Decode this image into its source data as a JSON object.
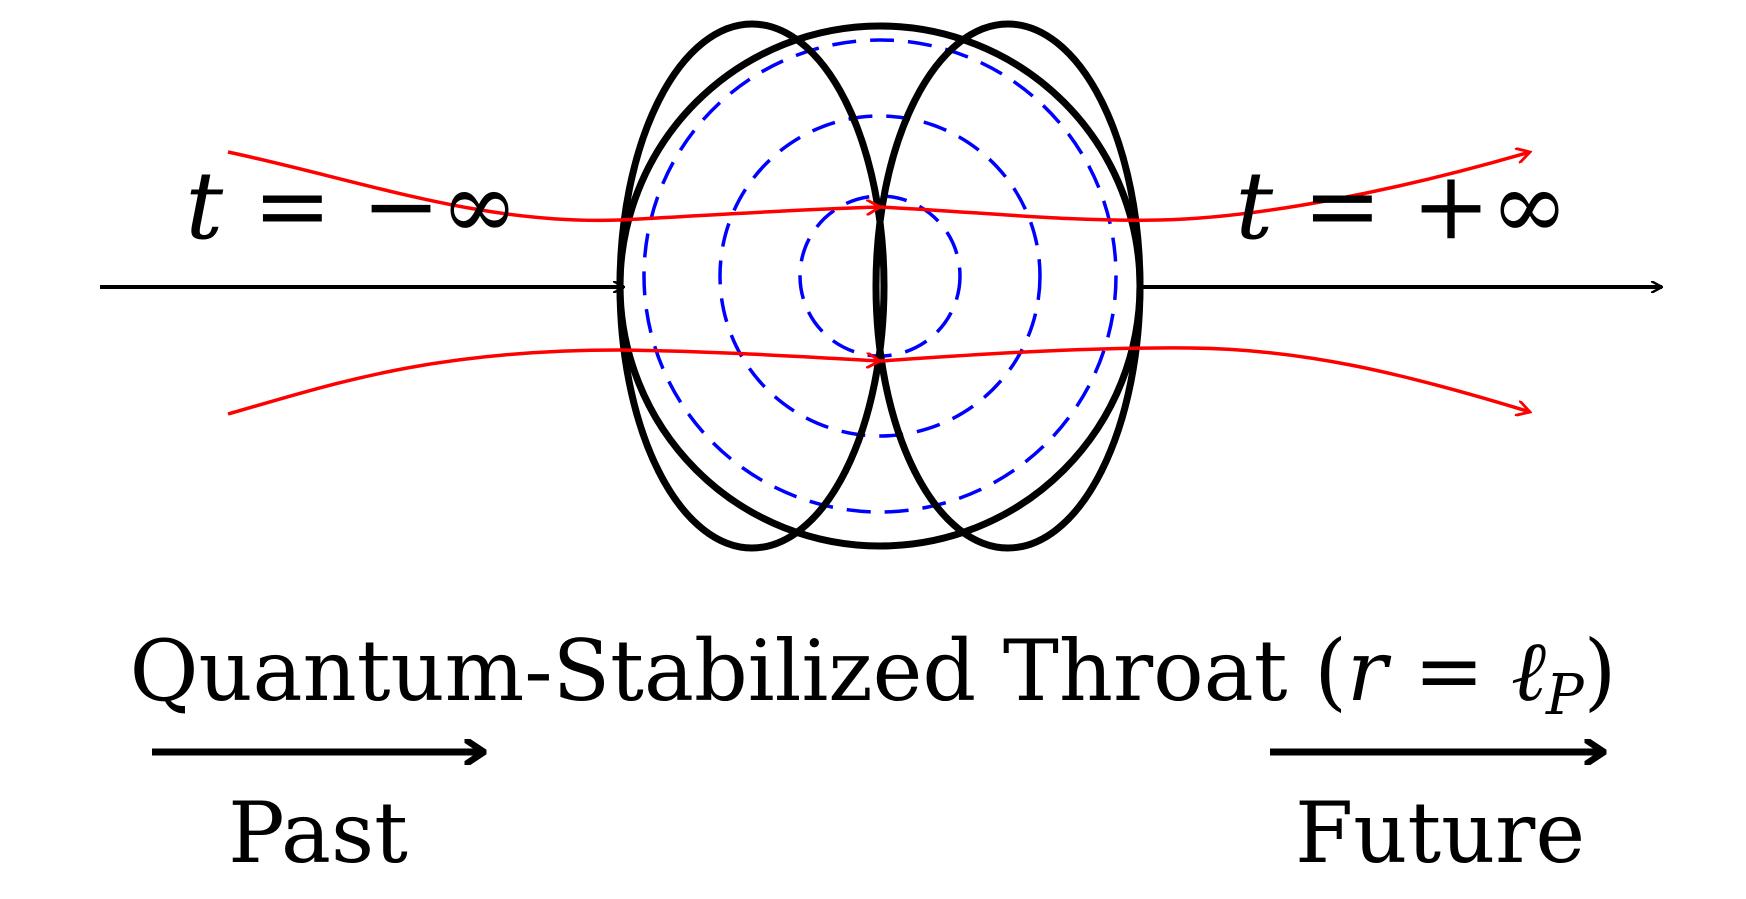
{
  "labels": {
    "left_time": "t = −∞",
    "right_time": "t = +∞",
    "caption_main": "Quantum-Stabilized Throat (",
    "caption_r": "r",
    "caption_eq": " = ",
    "caption_ell": "ℓ",
    "caption_sub": "P",
    "caption_close": ")",
    "past": "Past",
    "future": "Future"
  },
  "colors": {
    "structure": "#000000",
    "worldlines": "#ff0000",
    "contours": "#0000ff"
  }
}
